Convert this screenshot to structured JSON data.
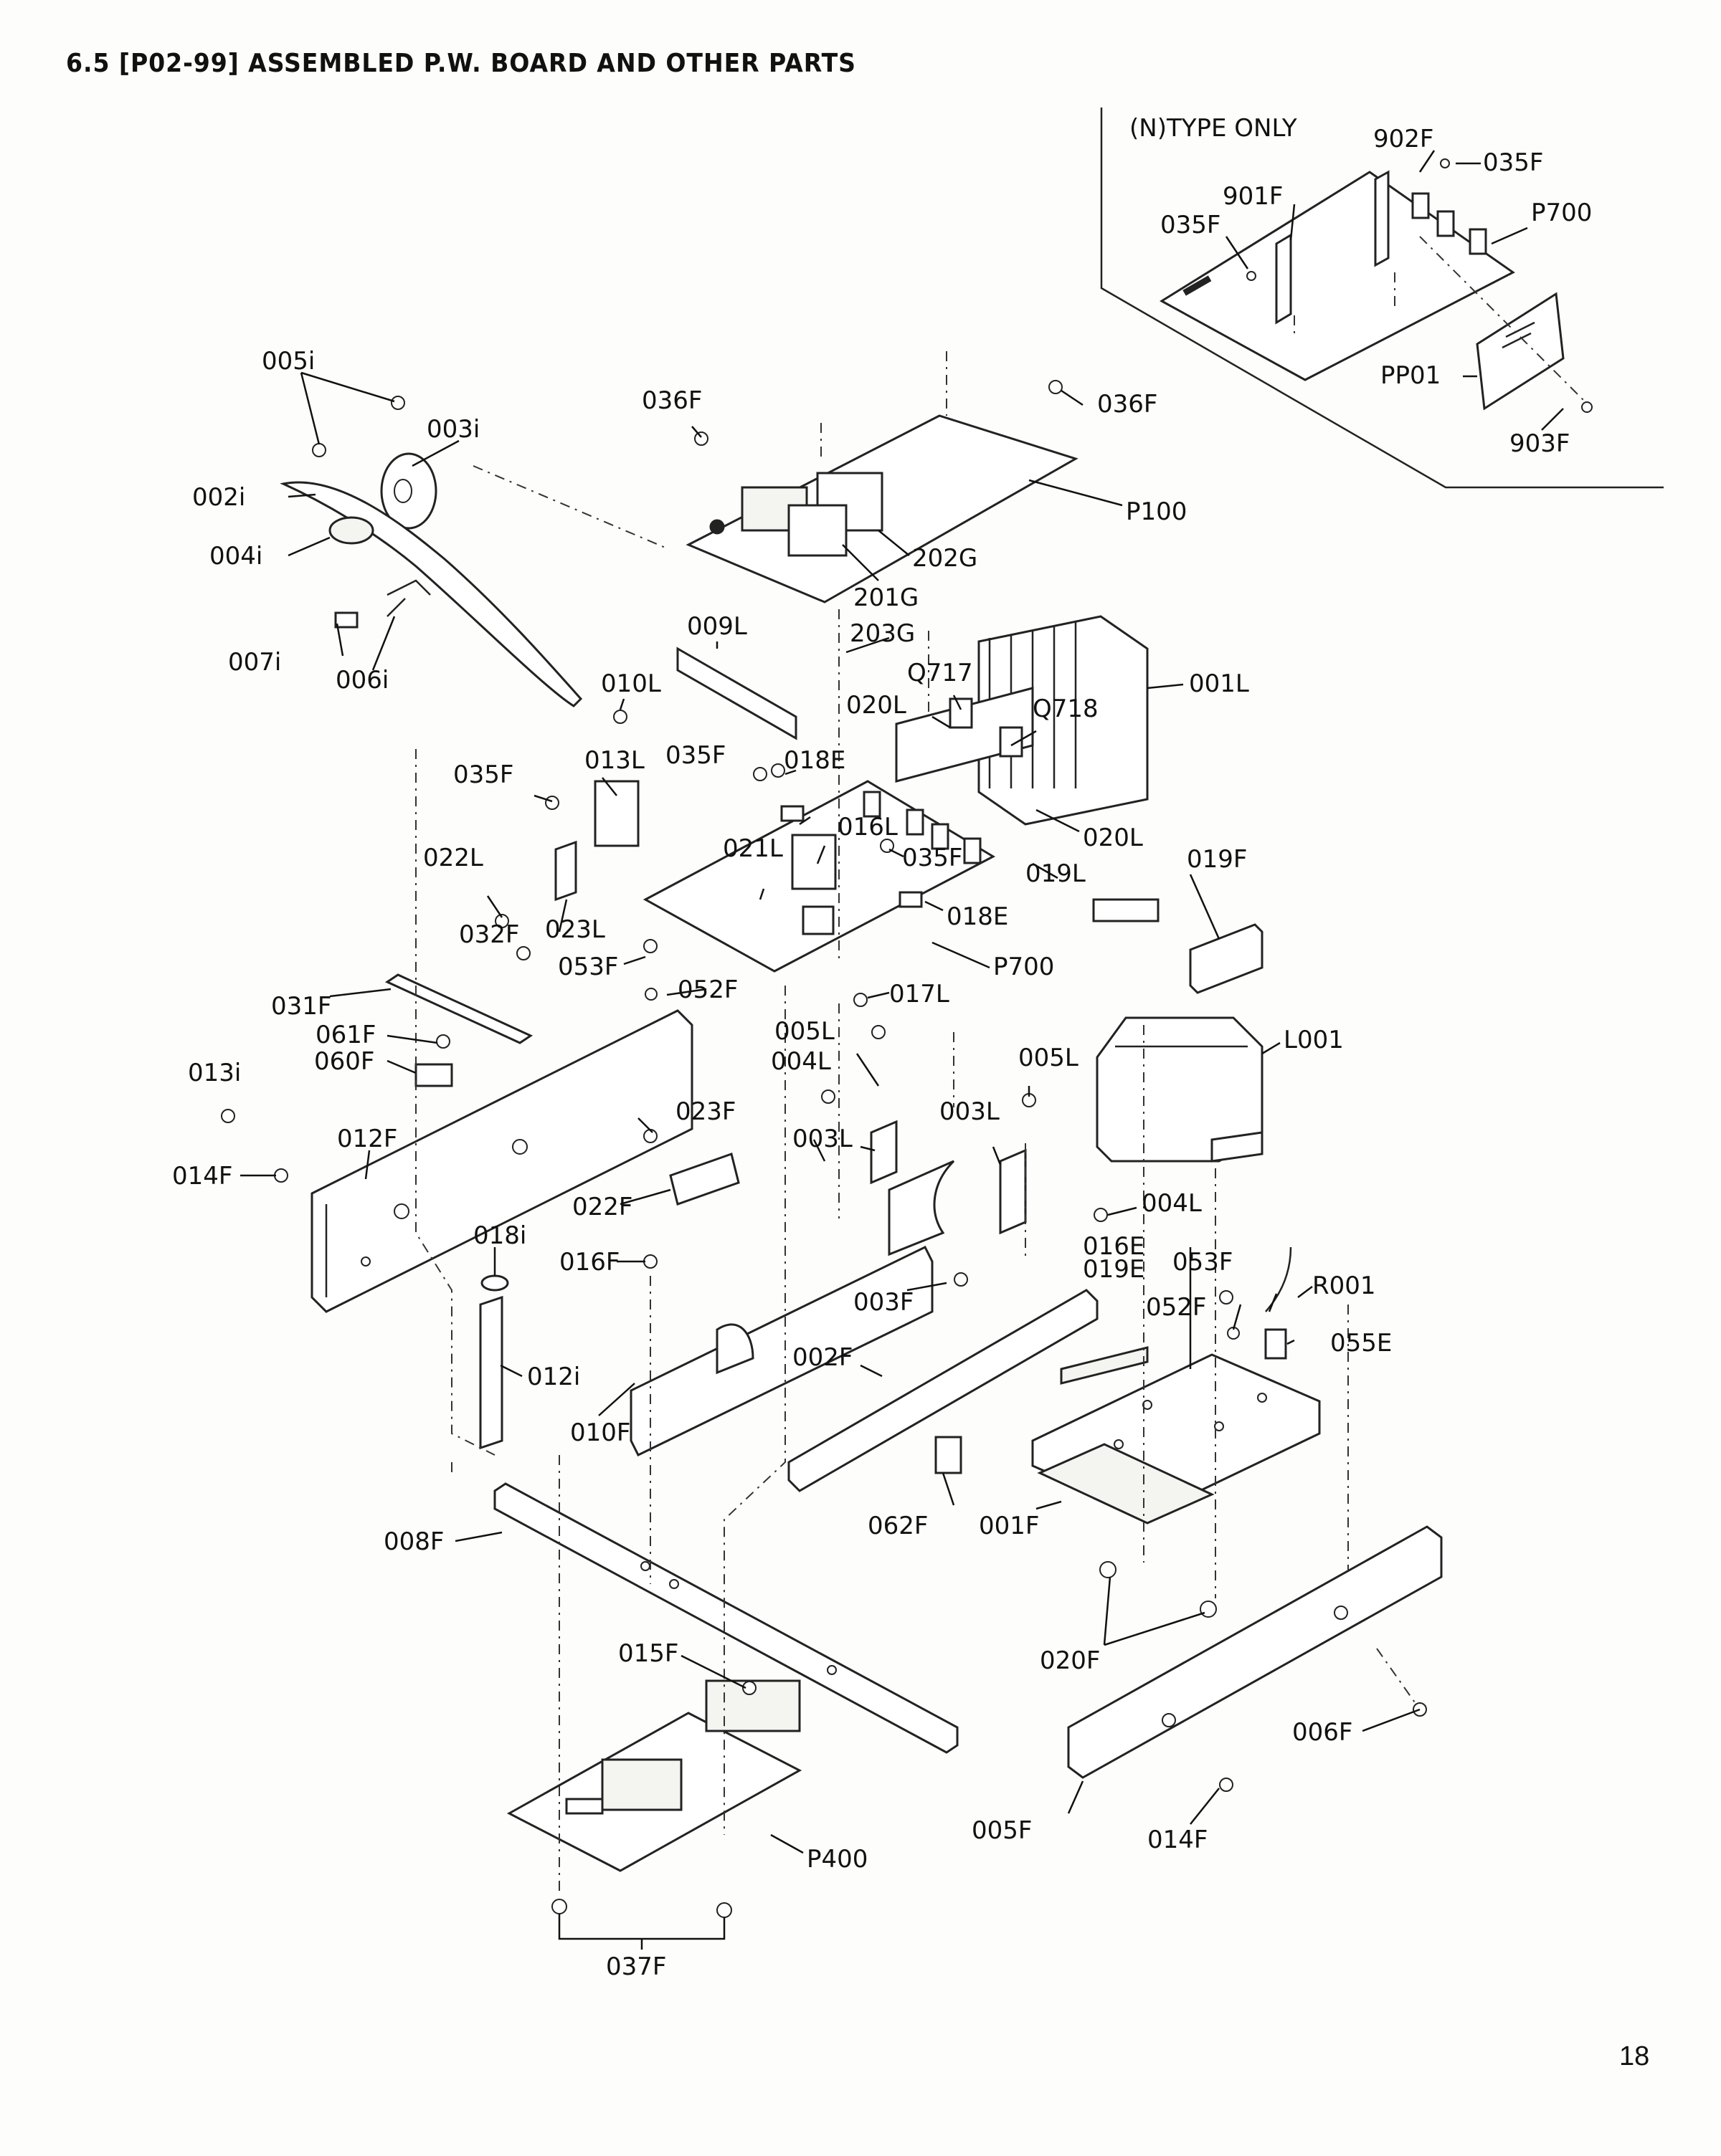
{
  "title": "6.5 [P02-99] ASSEMBLED P.W. BOARD AND OTHER PARTS",
  "page_number": "18",
  "inset": {
    "caption": "(N)TYPE ONLY"
  },
  "labels": {
    "l_902F": "902F",
    "l_035F_a": "035F",
    "l_901F": "901F",
    "l_035F_b": "035F",
    "l_P700_inset": "P700",
    "l_PP01": "PP01",
    "l_903F": "903F",
    "l_005i": "005i",
    "l_003i": "003i",
    "l_002i": "002i",
    "l_004i": "004i",
    "l_007i": "007i",
    "l_006i": "006i",
    "l_036F_a": "036F",
    "l_036F_b": "036F",
    "l_P100": "P100",
    "l_202G": "202G",
    "l_201G": "201G",
    "l_203G": "203G",
    "l_009L": "009L",
    "l_010L": "010L",
    "l_Q717": "Q717",
    "l_020L_a": "020L",
    "l_Q718": "Q718",
    "l_001L": "001L",
    "l_020L_b": "020L",
    "l_035F_c": "035F",
    "l_018E_a": "018E",
    "l_013L": "013L",
    "l_035F_d": "035F",
    "l_016L": "016L",
    "l_021L": "021L",
    "l_035F_e": "035F",
    "l_019L": "019L",
    "l_019F": "019F",
    "l_022L": "022L",
    "l_023L": "023L",
    "l_018E_b": "018E",
    "l_032F": "032F",
    "l_P700": "P700",
    "l_053F_a": "053F",
    "l_052F_a": "052F",
    "l_031F": "031F",
    "l_017L": "017L",
    "l_061F": "061F",
    "l_005L_a": "005L",
    "l_L001": "L001",
    "l_060F": "060F",
    "l_004L_a": "004L",
    "l_005L_b": "005L",
    "l_013i": "013i",
    "l_023F": "023F",
    "l_003L_a": "003L",
    "l_003L_b": "003L",
    "l_012F": "012F",
    "l_014F_a": "014F",
    "l_022F": "022F",
    "l_004L_b": "004L",
    "l_016E": "016E",
    "l_019E": "019E",
    "l_018i": "018i",
    "l_016F": "016F",
    "l_053F_b": "053F",
    "l_R001": "R001",
    "l_003F": "003F",
    "l_052F_b": "052F",
    "l_055E": "055E",
    "l_012i": "012i",
    "l_002F": "002F",
    "l_010F": "010F",
    "l_062F": "062F",
    "l_001F": "001F",
    "l_008F": "008F",
    "l_020F": "020F",
    "l_015F": "015F",
    "l_006F": "006F",
    "l_005F": "005F",
    "l_014F_b": "014F",
    "l_P400": "P400",
    "l_037F": "037F"
  }
}
